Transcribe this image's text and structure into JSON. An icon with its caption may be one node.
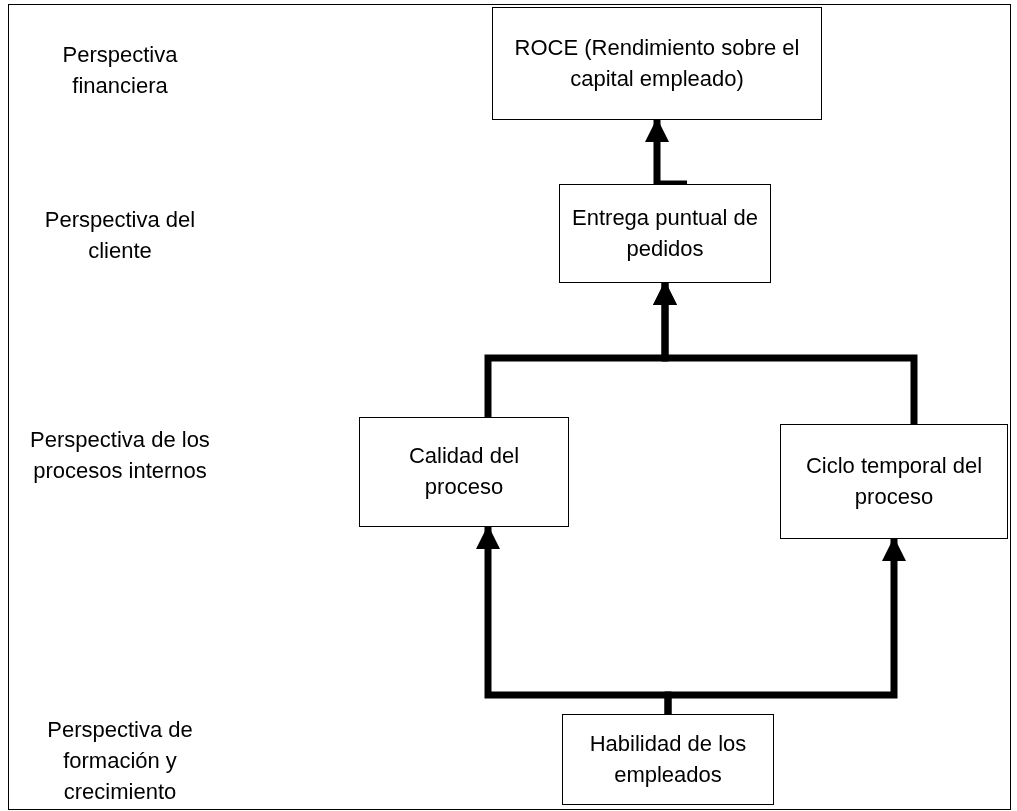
{
  "diagram": {
    "nodes": [
      {
        "text": [
          "ROCE (Rendimiento sobre el capital empleado)"
        ]
      },
      {
        "text": [
          "Entrega puntual de pedidos"
        ]
      },
      {
        "text": [
          "Calidad del proceso"
        ]
      },
      {
        "text": [
          "Ciclo temporal del proceso"
        ]
      },
      {
        "text": [
          "Habilidad de los empleados"
        ]
      }
    ],
    "edges": [
      {
        "from": 4,
        "to": 2,
        "arrow": "to"
      },
      {
        "from": 4,
        "to": 3,
        "arrow": "to"
      },
      {
        "from": 2,
        "to": 1,
        "arrow": "to"
      },
      {
        "from": 3,
        "to": 1,
        "arrow": "to"
      },
      {
        "from": 1,
        "to": 0,
        "arrow": "to"
      }
    ],
    "labels": [
      "Perspectiva financiera",
      "Perspectiva del cliente",
      "Perspectiva de los procesos internos",
      "Perspectiva de formación y crecimiento"
    ]
  }
}
